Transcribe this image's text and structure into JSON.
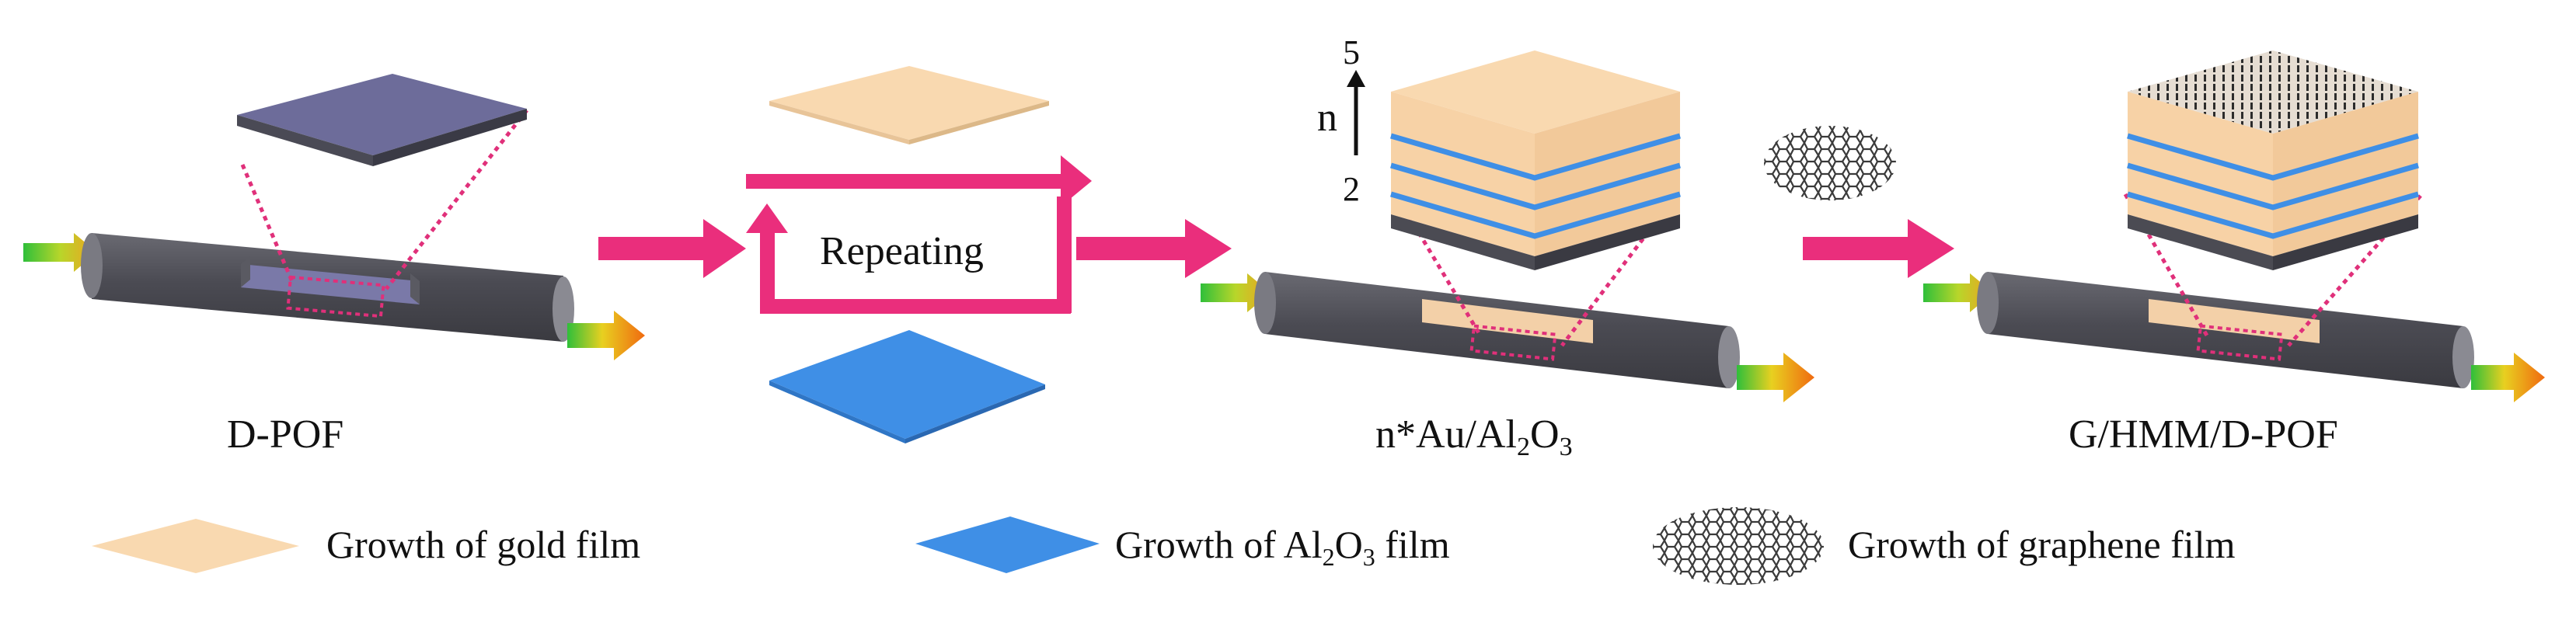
{
  "stages": {
    "stage1_label": "D-POF",
    "stage2_label": "Repeating",
    "stage3_label_prefix": "n*Au/Al",
    "stage3_label_sub1": "2",
    "stage3_label_mid": "O",
    "stage3_label_sub2": "3",
    "stage4_label": "G/HMM/D-POF"
  },
  "layer_axis": {
    "variable": "n",
    "max": "5",
    "min": "2"
  },
  "legend": {
    "gold_label": "Growth of gold film",
    "al2o3_prefix": "Growth of Al",
    "al2o3_sub1": "2",
    "al2o3_mid": "O",
    "al2o3_sub2": "3",
    "al2o3_suffix": " film",
    "graphene_label": "Growth of graphene film"
  },
  "colors": {
    "gold": "#f9d9b0",
    "al2o3": "#3f8fe6",
    "fiber": "#4a4a52",
    "arrow": "#ea2e7c",
    "substrate": "#6d6c9a"
  }
}
